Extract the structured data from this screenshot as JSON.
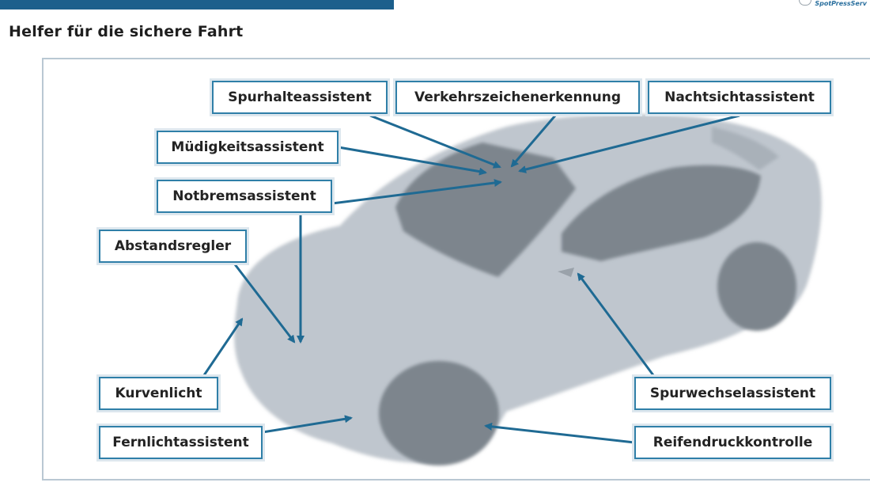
{
  "header": {
    "title": "Helfer für die sichere Fahrt",
    "logo_text": "SpotPressServ"
  },
  "diagram": {
    "labels": {
      "spurhalteassistent": "Spurhalteassistent",
      "verkehrszeichenerkennung": "Verkehrszeichenerkennung",
      "nachtsichtassistent": "Nachtsichtassistent",
      "muedigkeitsassistent": "Müdigkeitsassistent",
      "notbremsassistent": "Notbremsassistent",
      "abstandsregler": "Abstandsregler",
      "kurvenlicht": "Kurvenlicht",
      "fernlichtassistent": "Fernlichtassistent",
      "spurwechselassistent": "Spurwechselassistent",
      "reifendruckkontrolle": "Reifendruckkontrolle"
    },
    "colors": {
      "arrow": "#1f6a93",
      "car_body": "#bfc6ce",
      "car_glass": "#7d858d",
      "callout_border": "#2f7fa8"
    }
  }
}
